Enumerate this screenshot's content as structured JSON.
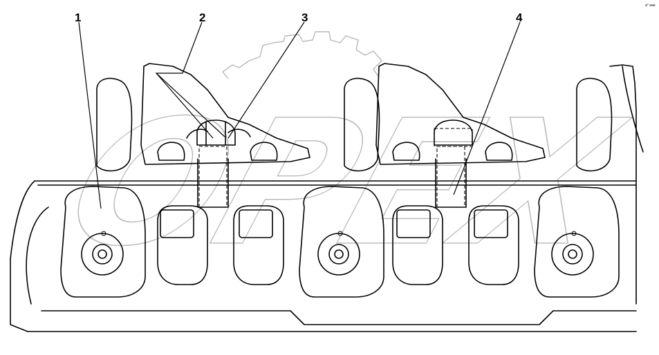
{
  "diagram": {
    "callouts": [
      {
        "id": "1",
        "label": "1"
      },
      {
        "id": "2",
        "label": "2"
      },
      {
        "id": "3",
        "label": "3"
      },
      {
        "id": "4",
        "label": "4"
      }
    ],
    "corner_mark": "a° aaa",
    "watermark_text": "OPEX",
    "colors": {
      "line": "#000000",
      "watermark": "#b8b8b8",
      "background": "#ffffff"
    }
  }
}
